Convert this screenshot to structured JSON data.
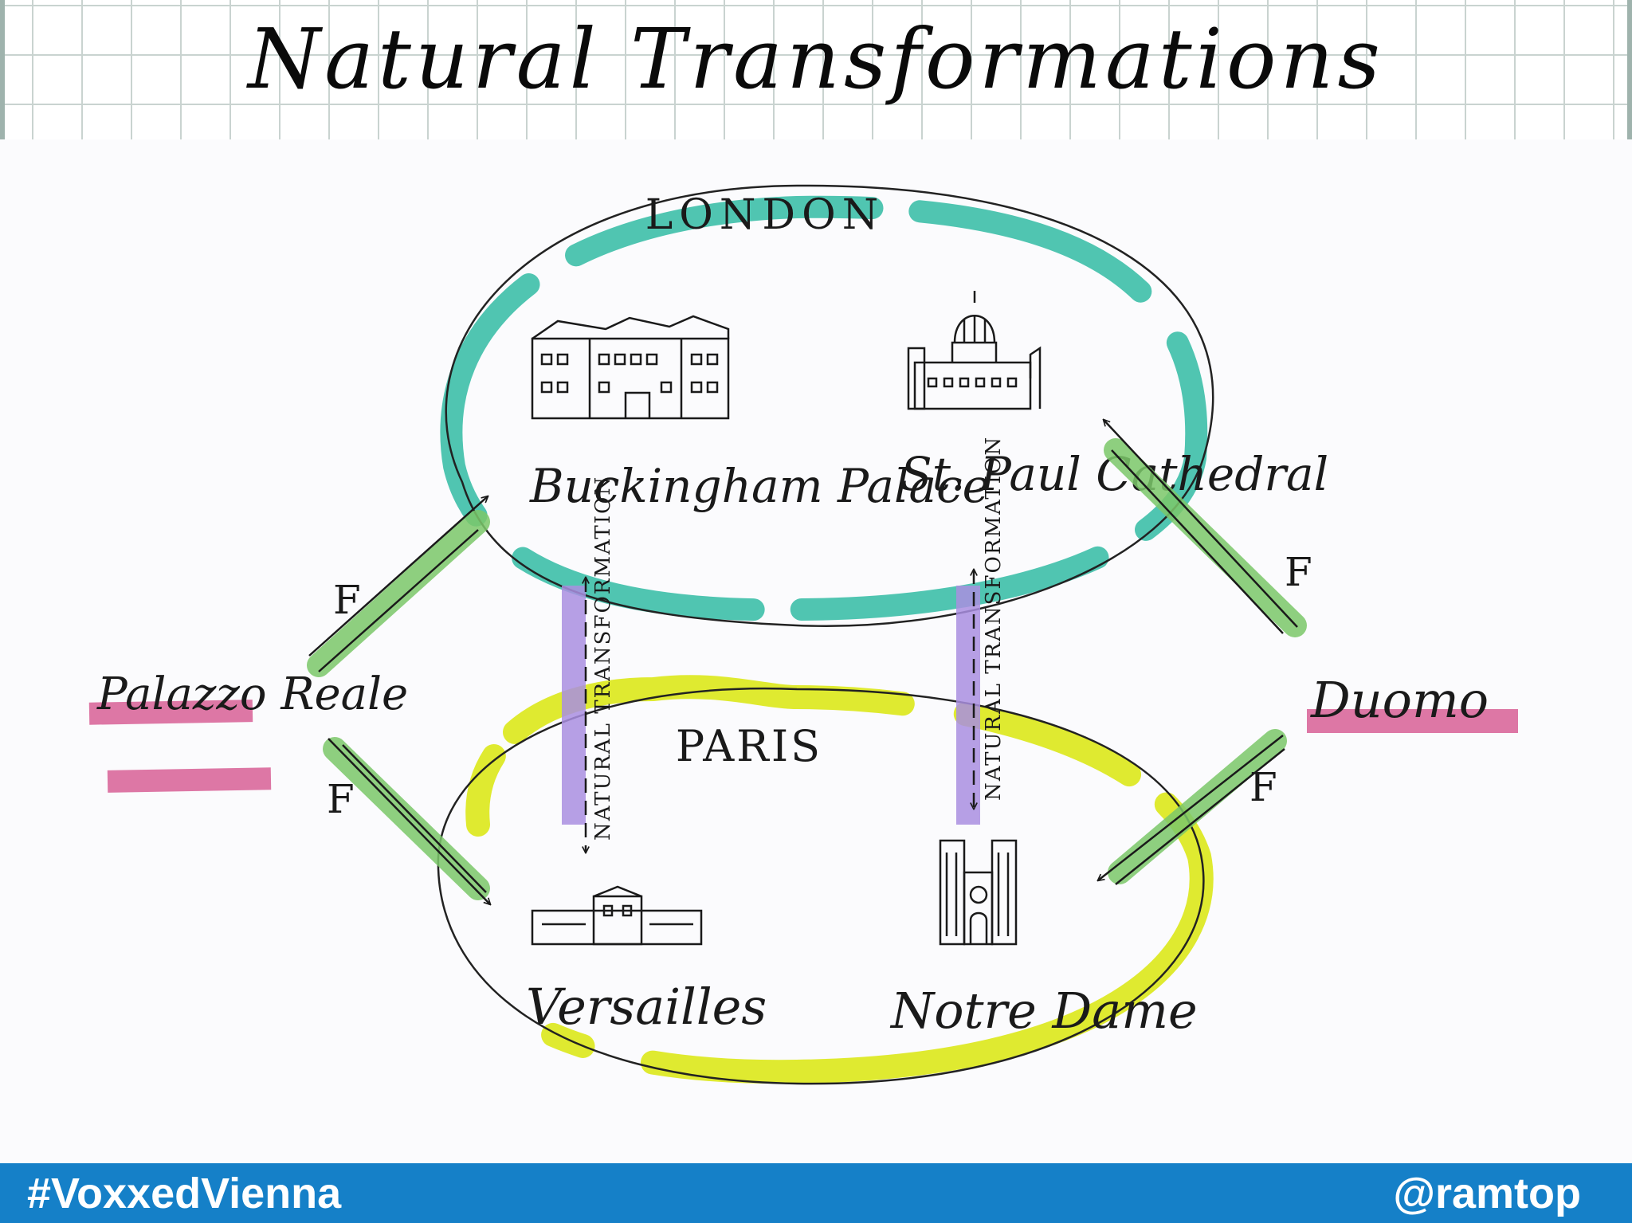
{
  "title": "Natural Transformations",
  "categories": {
    "top": {
      "label": "LONDON",
      "objects": [
        "Buckingham Palace",
        "St. Paul Cathedral"
      ]
    },
    "bottom": {
      "label": "PARIS",
      "objects": [
        "Versailles",
        "Notre Dame"
      ]
    },
    "left": "Palazzo Reale",
    "right": "Duomo"
  },
  "functor_label": "F",
  "natural_transformation_label": "NATURAL TRANSFORMATION",
  "colors": {
    "london_highlight": "#3dbfa8",
    "paris_highlight": "#dbe81a",
    "functor_arrow": "#7cc86a",
    "natural_transformation": "#a98ee0",
    "object_highlight": "#d6568f",
    "footer_band": "#1580c8"
  },
  "footer": {
    "hashtag": "#VoxxedVienna",
    "handle": "@ramtop"
  }
}
